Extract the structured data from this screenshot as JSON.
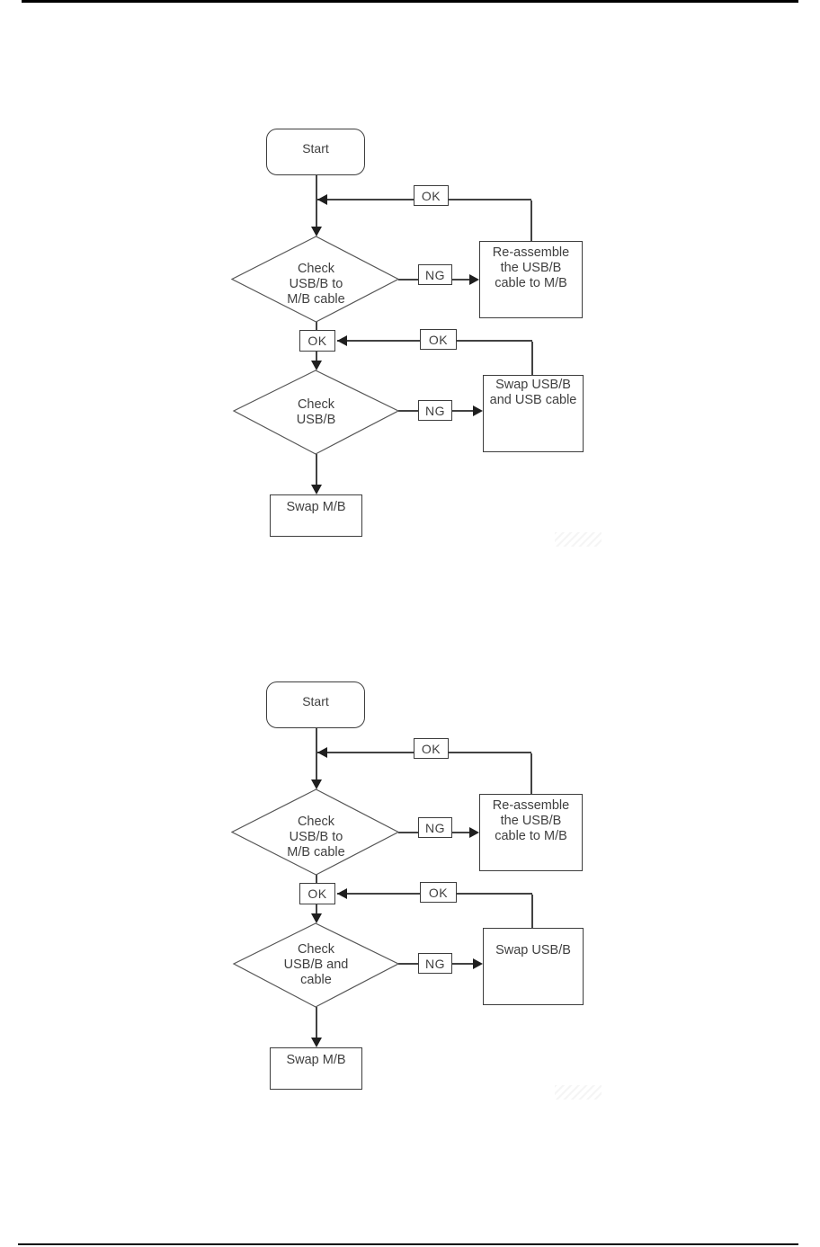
{
  "page": {
    "type": "service-manual-flowchart-page",
    "background": "#ffffff",
    "rule_color": "#000000",
    "line_color": "#424242",
    "text_color": "#3f3f3f"
  },
  "flowcharts": [
    {
      "id": "usb-troubleshooting-flowchart-1",
      "start": "Start",
      "ok_feedback_top": "OK",
      "decision1": "Check\nUSB/B to\nM/B cable",
      "ng1": "NG",
      "process1": "Re-assemble\nthe USB/B\ncable to M/B",
      "ok_mid": "OK",
      "ok_feedback_mid": "OK",
      "decision2": "Check\nUSB/B",
      "ng2": "NG",
      "process2": "Swap USB/B\nand USB cable",
      "end": "Swap M/B"
    },
    {
      "id": "usb-troubleshooting-flowchart-2",
      "start": "Start",
      "ok_feedback_top": "OK",
      "decision1": "Check\nUSB/B to\nM/B cable",
      "ng1": "NG",
      "process1": "Re-assemble\nthe USB/B\ncable to M/B",
      "ok_mid": "OK",
      "ok_feedback_mid": "OK",
      "decision2": "Check\nUSB/B and\ncable",
      "ng2": "NG",
      "process2": "Swap USB/B",
      "end": "Swap M/B"
    }
  ]
}
